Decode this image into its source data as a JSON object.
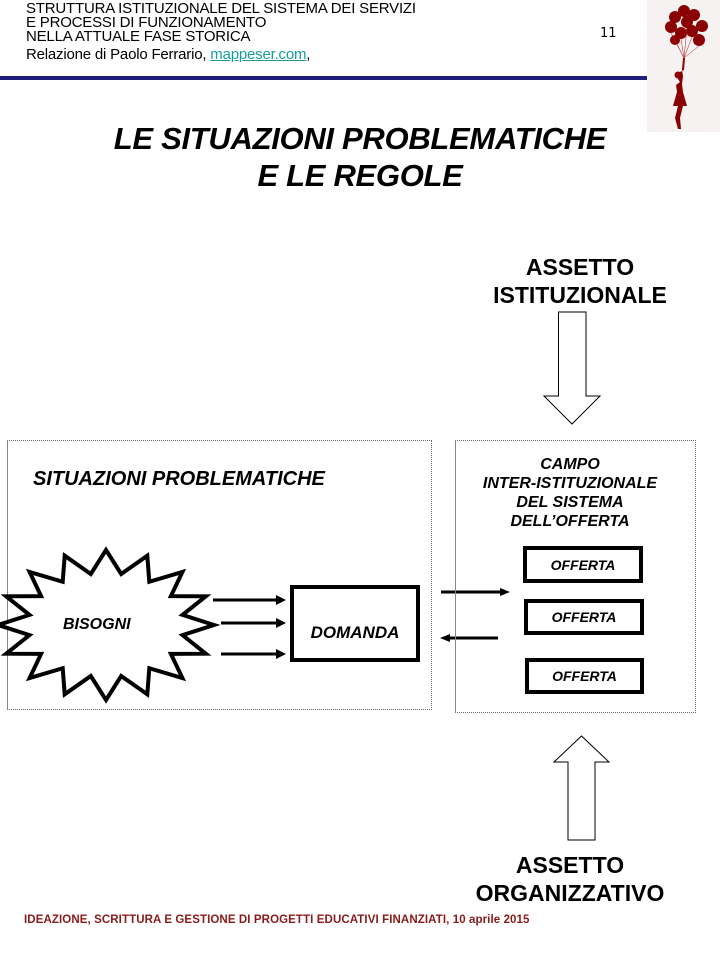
{
  "header": {
    "lines": [
      "STRUTTURA ISTITUZIONALE  DEL SISTEMA DEI SERVIZI",
      "E PROCESSI DI FUNZIONAMENTO",
      "NELLA ATTUALE FASE STORICA"
    ],
    "author_prefix": "Relazione di Paolo Ferrario, ",
    "link_text": "mappeser.com",
    "author_suffix": ",",
    "page_number": "11"
  },
  "logo": {
    "icon": "girl-with-balloons-icon",
    "color": "#8b0000"
  },
  "title": {
    "line1": "LE SITUAZIONI PROBLEMATICHE",
    "line2": "E LE REGOLE"
  },
  "diagram": {
    "top_label": {
      "line1": "ASSETTO",
      "line2": "ISTITUZIONALE"
    },
    "bottom_label": {
      "line1": "ASSETTO",
      "line2": "ORGANIZZATIVO"
    },
    "left_panel": {
      "title": "SITUAZIONI   PROBLEMATICHE",
      "starburst_label": "BISOGNI",
      "demand_box": "DOMANDA"
    },
    "right_panel": {
      "title_lines": [
        "CAMPO",
        "INTER-ISTITUZIONALE",
        "DEL SISTEMA",
        "DELL’OFFERTA"
      ],
      "offers": [
        "OFFERTA",
        "OFFERTA",
        "OFFERTA"
      ]
    }
  },
  "footer": {
    "text": "IDEAZIONE,  SCRITTURA  E GESTIONE  DI PROGETTI  EDUCATIVI  FINANZIATI,  10 aprile  2015",
    "color": "#8b1a1a"
  },
  "colors": {
    "header_rule": "#1f1f7a",
    "link": "#1a9c9c"
  }
}
